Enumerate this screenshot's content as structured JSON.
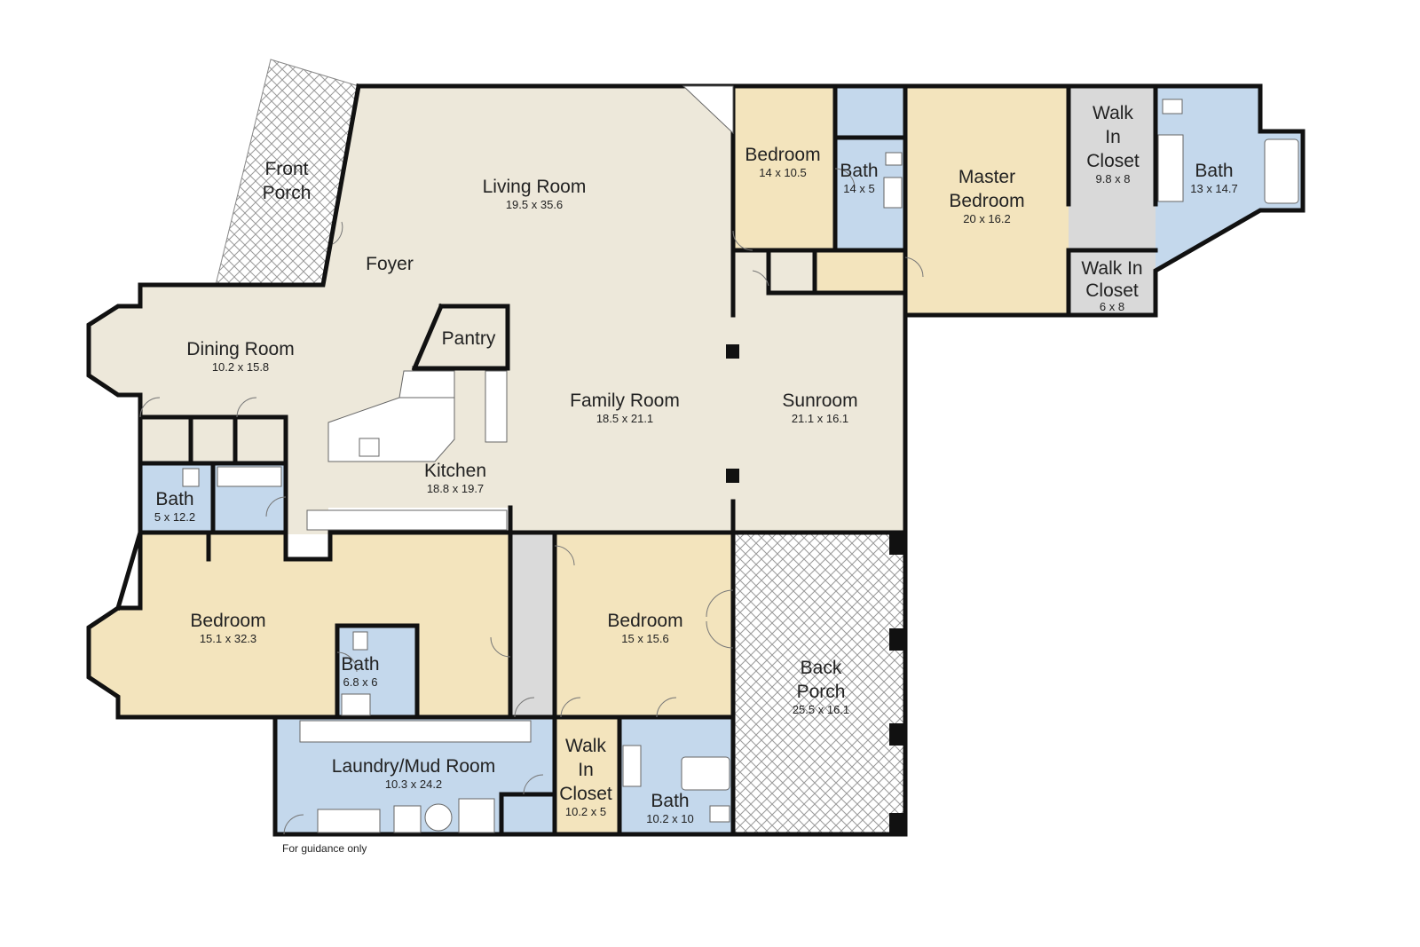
{
  "colors": {
    "living": "#ede8da",
    "bedroom": "#f3e4bd",
    "bath": "#c4d8ec",
    "closet": "#d9d9d9",
    "porch_hatch": "#9a9a9a",
    "wall": "#111111"
  },
  "rooms": {
    "front_porch": {
      "name_line1": "Front",
      "name_line2": "Porch"
    },
    "living_room": {
      "name": "Living Room",
      "dims": "19.5 x 35.6"
    },
    "foyer": {
      "name": "Foyer"
    },
    "dining_room": {
      "name": "Dining Room",
      "dims": "10.2 x 15.8"
    },
    "pantry": {
      "name": "Pantry"
    },
    "kitchen": {
      "name": "Kitchen",
      "dims": "18.8 x 19.7"
    },
    "family_room": {
      "name": "Family Room",
      "dims": "18.5 x 21.1"
    },
    "sunroom": {
      "name": "Sunroom",
      "dims": "21.1 x 16.1"
    },
    "bedroom_top": {
      "name": "Bedroom",
      "dims": "14 x 10.5"
    },
    "bath_top": {
      "name": "Bath",
      "dims": "14 x 5"
    },
    "master_bedroom": {
      "name_line1": "Master",
      "name_line2": "Bedroom",
      "dims": "20 x 16.2"
    },
    "walk_in_closet_top": {
      "name_line1": "Walk",
      "name_line2": "In",
      "name_line3": "Closet",
      "dims": "9.8 x 8"
    },
    "walk_in_closet_small": {
      "name_line1": "Walk In",
      "name_line2": "Closet",
      "dims": "6 x 8"
    },
    "master_bath": {
      "name": "Bath",
      "dims": "13 x 14.7"
    },
    "bath_left": {
      "name": "Bath",
      "dims": "5 x 12.2"
    },
    "bedroom_left": {
      "name": "Bedroom",
      "dims": "15.1 x 32.3"
    },
    "bath_inner": {
      "name": "Bath",
      "dims": "6.8 x 6"
    },
    "bedroom_mid": {
      "name": "Bedroom",
      "dims": "15 x 15.6"
    },
    "back_porch": {
      "name_line1": "Back",
      "name_line2": "Porch",
      "dims": "25.5 x 16.1"
    },
    "laundry": {
      "name": "Laundry/Mud Room",
      "dims": "10.3 x 24.2"
    },
    "walk_in_closet_bottom": {
      "name_line1": "Walk",
      "name_line2": "In",
      "name_line3": "Closet",
      "dims": "10.2 x 5"
    },
    "bath_bottom": {
      "name": "Bath",
      "dims": "10.2 x 10"
    }
  },
  "footnote": "For guidance only"
}
